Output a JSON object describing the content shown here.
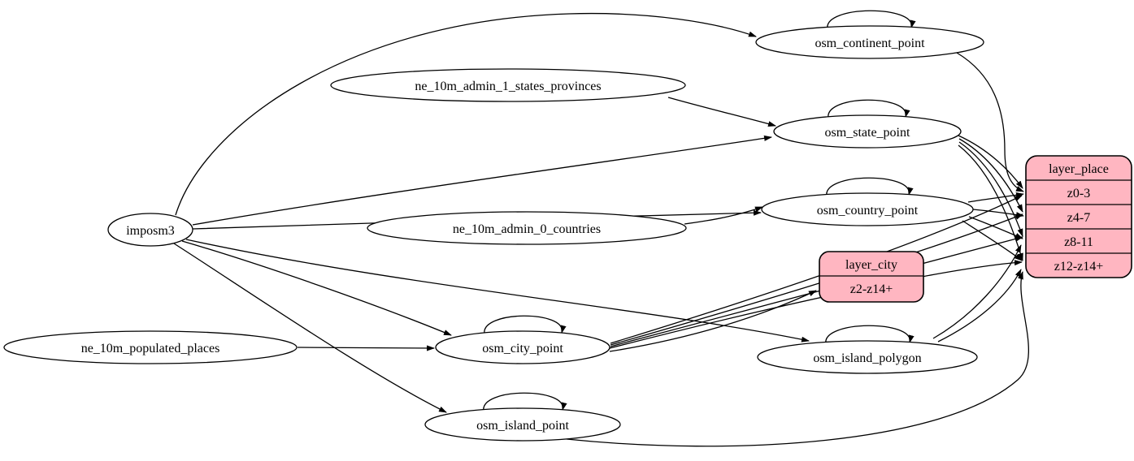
{
  "diagram": {
    "type": "etl-graph",
    "background_color": "#ffffff",
    "table_node_fill": "#ffffff",
    "layer_node_fill": "#ffb6c1",
    "edge_color": "#000000"
  },
  "nodes": {
    "imposm3": {
      "label": "imposm3"
    },
    "ne_states": {
      "label": "ne_10m_admin_1_states_provinces"
    },
    "ne_countries": {
      "label": "ne_10m_admin_0_countries"
    },
    "ne_places": {
      "label": "ne_10m_populated_places"
    },
    "continent": {
      "label": "osm_continent_point"
    },
    "state": {
      "label": "osm_state_point"
    },
    "country": {
      "label": "osm_country_point"
    },
    "city": {
      "label": "osm_city_point"
    },
    "island_polygon": {
      "label": "osm_island_polygon"
    },
    "island_point": {
      "label": "osm_island_point"
    },
    "layer_city": {
      "title": "layer_city",
      "rows": [
        "z2-z14+"
      ]
    },
    "layer_place": {
      "title": "layer_place",
      "rows": [
        "z0-3",
        "z4-7",
        "z8-11",
        "z12-z14+"
      ]
    }
  },
  "edges": [
    {
      "from": "imposm3",
      "to": "osm_continent_point"
    },
    {
      "from": "imposm3",
      "to": "osm_state_point"
    },
    {
      "from": "imposm3",
      "to": "osm_country_point"
    },
    {
      "from": "imposm3",
      "to": "osm_city_point"
    },
    {
      "from": "imposm3",
      "to": "osm_island_polygon"
    },
    {
      "from": "imposm3",
      "to": "osm_island_point"
    },
    {
      "from": "ne_10m_admin_1_states_provinces",
      "to": "osm_state_point"
    },
    {
      "from": "ne_10m_admin_0_countries",
      "to": "osm_country_point"
    },
    {
      "from": "ne_10m_populated_places",
      "to": "osm_city_point"
    },
    {
      "from": "osm_continent_point",
      "to": "osm_continent_point"
    },
    {
      "from": "osm_state_point",
      "to": "osm_state_point"
    },
    {
      "from": "osm_country_point",
      "to": "osm_country_point"
    },
    {
      "from": "osm_city_point",
      "to": "osm_city_point"
    },
    {
      "from": "osm_island_polygon",
      "to": "osm_island_polygon"
    },
    {
      "from": "osm_island_point",
      "to": "osm_island_point"
    },
    {
      "from": "osm_continent_point",
      "to": "layer_place:z0-3"
    },
    {
      "from": "osm_state_point",
      "to": "layer_place:z0-3"
    },
    {
      "from": "osm_state_point",
      "to": "layer_place:z4-7"
    },
    {
      "from": "osm_state_point",
      "to": "layer_place:z8-11"
    },
    {
      "from": "osm_state_point",
      "to": "layer_place:z12-z14+"
    },
    {
      "from": "osm_country_point",
      "to": "layer_place:z0-3"
    },
    {
      "from": "osm_country_point",
      "to": "layer_place:z4-7"
    },
    {
      "from": "osm_country_point",
      "to": "layer_place:z8-11"
    },
    {
      "from": "osm_country_point",
      "to": "layer_place:z12-z14+"
    },
    {
      "from": "osm_city_point",
      "to": "layer_city:z2-z14+"
    },
    {
      "from": "osm_city_point",
      "to": "layer_place:z0-3"
    },
    {
      "from": "osm_city_point",
      "to": "layer_place:z4-7"
    },
    {
      "from": "osm_city_point",
      "to": "layer_place:z8-11"
    },
    {
      "from": "osm_city_point",
      "to": "layer_place:z12-z14+"
    },
    {
      "from": "osm_island_polygon",
      "to": "layer_place:z8-11"
    },
    {
      "from": "osm_island_polygon",
      "to": "layer_place:z12-z14+"
    },
    {
      "from": "osm_island_point",
      "to": "layer_place:z12-z14+"
    }
  ]
}
